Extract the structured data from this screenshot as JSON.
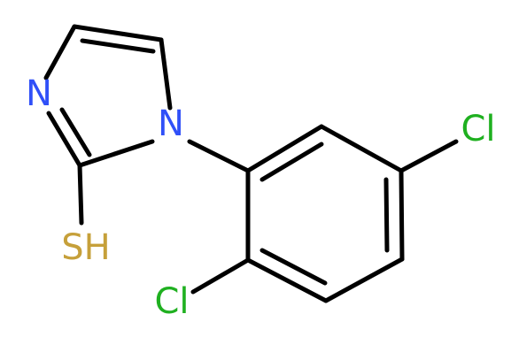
{
  "atoms": {
    "n1": {
      "label": "N",
      "color": "#3050f8"
    },
    "n3": {
      "label": "N",
      "color": "#3050f8"
    },
    "sh": {
      "label": "SH",
      "color": "#c6a03a"
    },
    "cl1": {
      "label": "Cl",
      "color": "#1fb020"
    },
    "cl2": {
      "label": "Cl",
      "color": "#1fb020"
    }
  },
  "colors": {
    "bond": "#000000",
    "background": "#ffffff"
  }
}
